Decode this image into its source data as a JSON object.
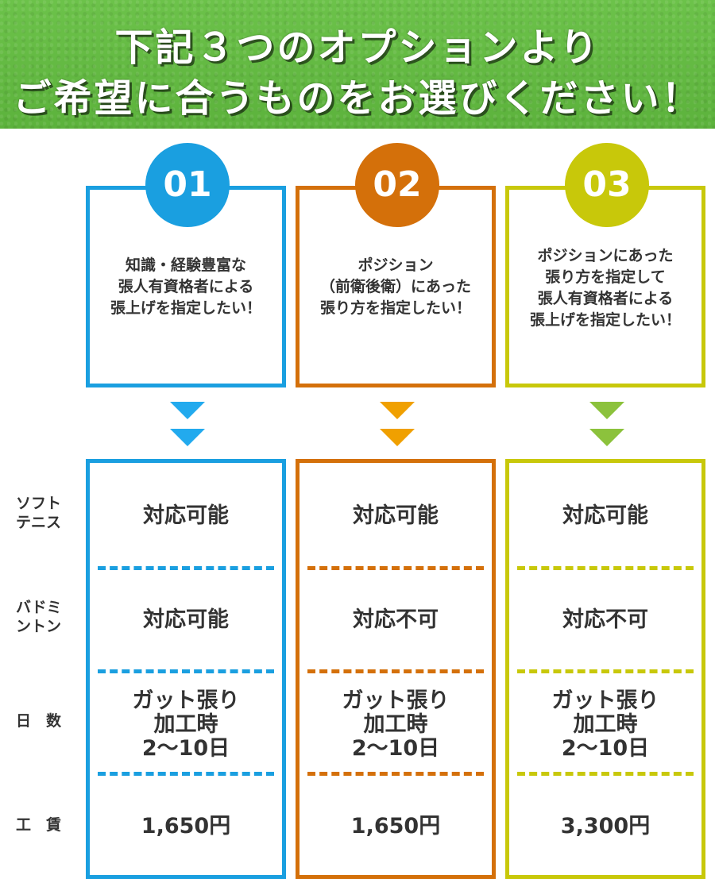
{
  "banner": {
    "line1": "下記３つのオプションより",
    "line2": "ご希望に合うものをお選びください！"
  },
  "row_labels": {
    "soft_tennis_1": "ソフト",
    "soft_tennis_2": "テニス",
    "badminton_1": "バドミ",
    "badminton_2": "ントン",
    "days": "日　数",
    "fee": "工　賃"
  },
  "options": [
    {
      "number": "01",
      "color": "#1a9fe0",
      "lines": [
        "知識・経験豊富な",
        "張人有資格者による",
        "張上げを指定したい！"
      ],
      "soft_tennis": "対応可能",
      "badminton": "対応可能",
      "days": [
        "ガット張り",
        "加工時",
        "2〜10日"
      ],
      "fee": "1,650円"
    },
    {
      "number": "02",
      "color": "#d4700a",
      "lines": [
        "ポジション",
        "（前衛後衛）にあった",
        "張り方を指定したい！"
      ],
      "soft_tennis": "対応可能",
      "badminton": "対応不可",
      "days": [
        "ガット張り",
        "加工時",
        "2〜10日"
      ],
      "fee": "1,650円"
    },
    {
      "number": "03",
      "color": "#c8c80a",
      "lines": [
        "ポジションにあった",
        "張り方を指定して",
        "張人有資格者による",
        "張上げを指定したい！"
      ],
      "soft_tennis": "対応可能",
      "badminton": "対応不可",
      "days": [
        "ガット張り",
        "加工時",
        "2〜10日"
      ],
      "fee": "3,300円"
    }
  ],
  "arrow_colors": {
    "col1": "#22aaee",
    "col2": "#f0a000",
    "col3": "#8cc23c"
  }
}
